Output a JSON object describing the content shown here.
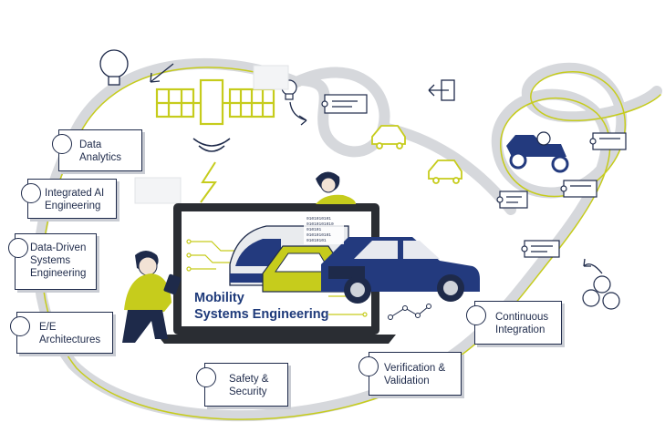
{
  "diagram": {
    "title_line1": "Mobility",
    "title_line2": "Systems Engineering",
    "nodes": [
      {
        "id": "data-analytics",
        "line1": "Data",
        "line2": "Analytics",
        "icon": "magnifier-icon"
      },
      {
        "id": "integrated-ai",
        "line1": "Integrated AI",
        "line2": "Engineering",
        "icon": "brain-icon"
      },
      {
        "id": "data-driven",
        "line1": "Data-Driven",
        "line2": "Systems",
        "line3": "Engineering",
        "icon": "database-icon"
      },
      {
        "id": "ee-architectures",
        "line1": "E/E",
        "line2": "Architectures",
        "icon": "chip-icon"
      },
      {
        "id": "safety-security",
        "line1": "Safety &",
        "line2": "Security",
        "icon": "shield-lock-icon"
      },
      {
        "id": "verification-validation",
        "line1": "Verification &",
        "line2": "Validation",
        "icon": "checklist-icon"
      },
      {
        "id": "continuous-integration",
        "line1": "Continuous",
        "line2": "Integration",
        "icon": "cycle-icon"
      }
    ],
    "binary_text": [
      "0101010101",
      "01010101010",
      "010101",
      "0101010101",
      "01010101"
    ],
    "colors": {
      "navy": "#1e2a4a",
      "blue": "#233a7e",
      "lime": "#c6cc1c",
      "grey": "#d6d8dc"
    }
  }
}
